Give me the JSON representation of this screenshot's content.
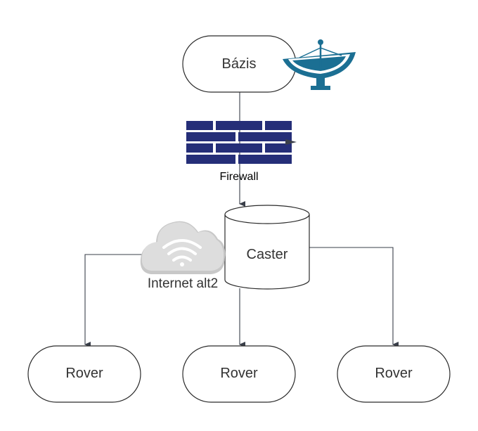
{
  "nodes": {
    "base": "Bázis",
    "firewall": "Firewall",
    "caster": "Caster",
    "cloud": "Internet alt2",
    "rover_left": "Rover",
    "rover_center": "Rover",
    "rover_right": "Rover"
  },
  "icons": {
    "base": "satellite-dish-icon",
    "firewall": "brick-wall-icon",
    "cloud": "wifi-cloud-icon"
  },
  "colors": {
    "dish": "#1b6f93",
    "firewall": "#252e78",
    "cloud": "#d4d4d4",
    "edge": "#3a3f4a"
  }
}
